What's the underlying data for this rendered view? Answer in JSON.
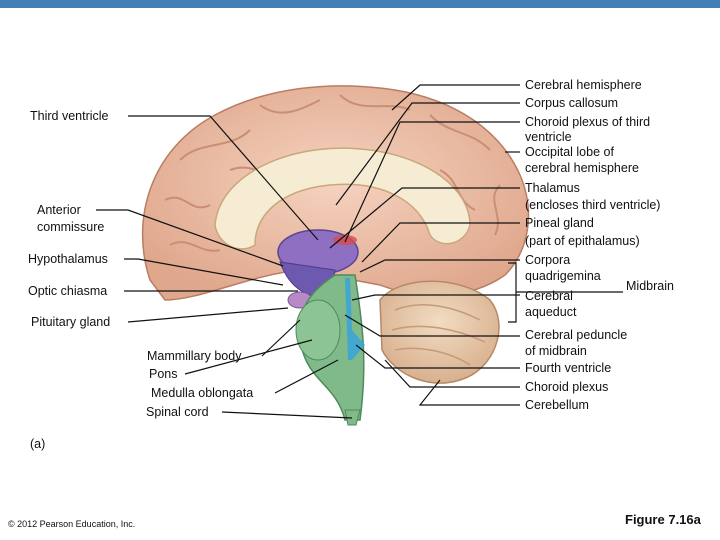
{
  "left_labels": {
    "third_ventricle": "Third ventricle",
    "anterior_commissure_1": "Anterior",
    "anterior_commissure_2": "commissure",
    "hypothalamus": "Hypothalamus",
    "optic_chiasma": "Optic chiasma",
    "pituitary_gland": "Pituitary gland",
    "mammillary_body": "Mammillary body",
    "pons": "Pons",
    "medulla_oblongata": "Medulla oblongata",
    "spinal_cord": "Spinal cord"
  },
  "right_labels": {
    "cerebral_hemisphere": "Cerebral hemisphere",
    "corpus_callosum": "Corpus callosum",
    "choroid_plexus_third_1": "Choroid plexus of third",
    "choroid_plexus_third_2": "ventricle",
    "occipital_lobe_1": "Occipital lobe of",
    "occipital_lobe_2": "cerebral hemisphere",
    "thalamus_1": "Thalamus",
    "thalamus_2": "(encloses third ventricle)",
    "pineal_gland_1": "Pineal gland",
    "pineal_gland_2": "(part of epithalamus)",
    "corpora_1": "Corpora",
    "corpora_2": "quadrigemina",
    "cerebral_aqueduct_1": "Cerebral",
    "cerebral_aqueduct_2": "aqueduct",
    "midbrain": "Midbrain",
    "cerebral_peduncle_1": "Cerebral peduncle",
    "cerebral_peduncle_2": "of midbrain",
    "fourth_ventricle": "Fourth ventricle",
    "choroid_plexus": "Choroid plexus",
    "cerebellum": "Cerebellum"
  },
  "panel_label": "(a)",
  "copyright": "© 2012 Pearson Education, Inc.",
  "figure_label": "Figure 7.16a",
  "colors": {
    "bar": "#3f7fb5",
    "cortex": "#e9b8a0",
    "corpus_callosum": "#f5ead0",
    "thalamus": "#8e6fc1",
    "brainstem": "#7fb98a",
    "cerebellum": "#e8c9a8",
    "aqueduct": "#39a3d8"
  }
}
